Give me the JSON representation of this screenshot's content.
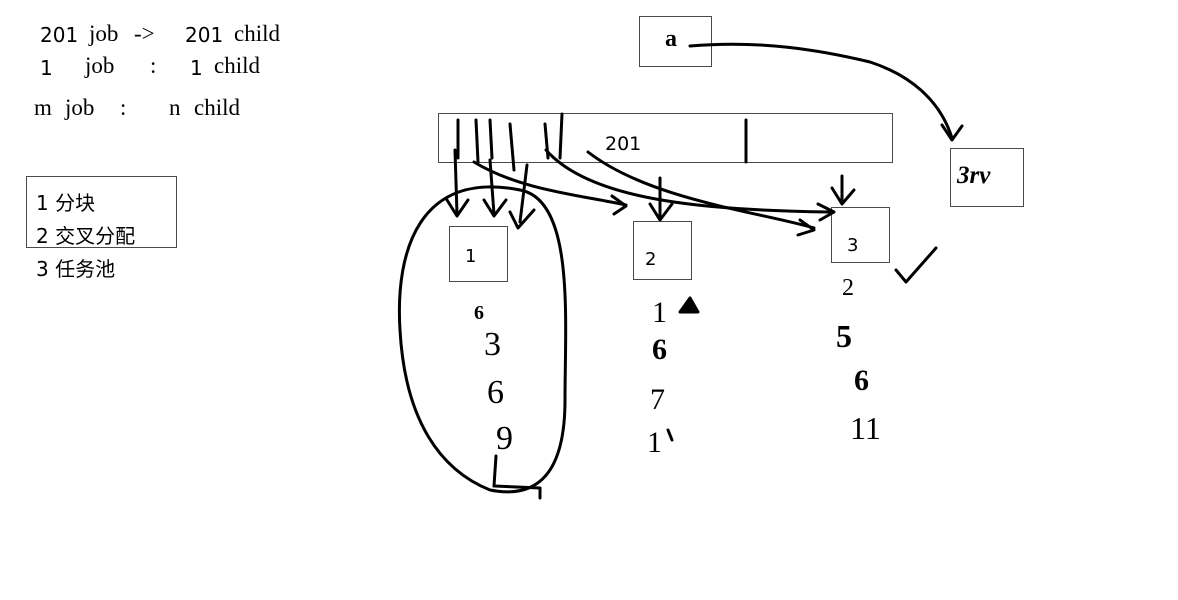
{
  "notes": {
    "line1": {
      "num_a": "201",
      "word_a": "job",
      "arrow": "->",
      "num_b": "201",
      "word_b": "child"
    },
    "line2": {
      "num_a": "1",
      "word_a": "job",
      "sep": ":",
      "num_b": "1",
      "word_b": "child"
    },
    "line3": {
      "var_a": "m",
      "word_a": "job",
      "sep": ":",
      "var_b": "n",
      "word_b": "child"
    }
  },
  "strategies": {
    "items": [
      "1 分块",
      "2 交叉分配",
      "3 任务池"
    ]
  },
  "diagram": {
    "job_bar_label": "201",
    "child_boxes": [
      "1",
      "2",
      "3"
    ],
    "column_1_numbers": [
      "6",
      "3",
      "6",
      "9"
    ],
    "column_2_numbers": [
      "1",
      "6",
      "7",
      "1"
    ],
    "column_3_numbers": [
      "2",
      "5",
      "6",
      "11"
    ],
    "handwritten_top_label": "a",
    "handwritten_side_label": "3rv"
  },
  "colors": {
    "ink": "#000000",
    "box_border": "#4a4a4a",
    "background": "#ffffff"
  }
}
